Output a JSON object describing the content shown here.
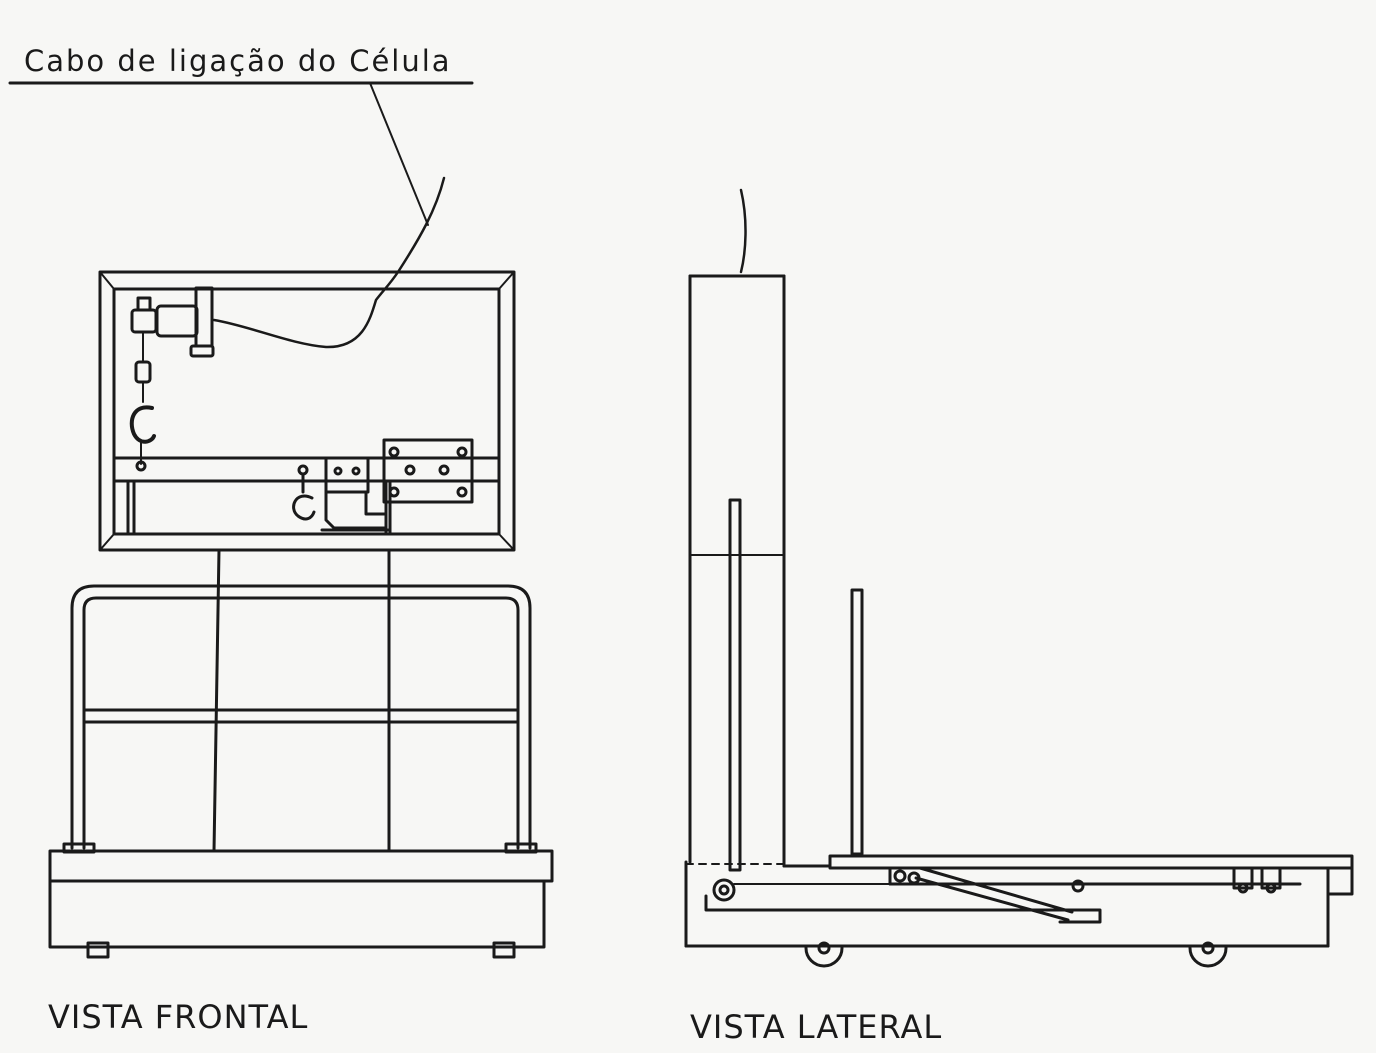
{
  "labels": {
    "callout": "Cabo de ligação do Célula",
    "front_view": "VISTA FRONTAL",
    "side_view": "VISTA LATERAL"
  },
  "colors": {
    "paper": "#f7f7f5",
    "ink": "#1a1a1a"
  }
}
